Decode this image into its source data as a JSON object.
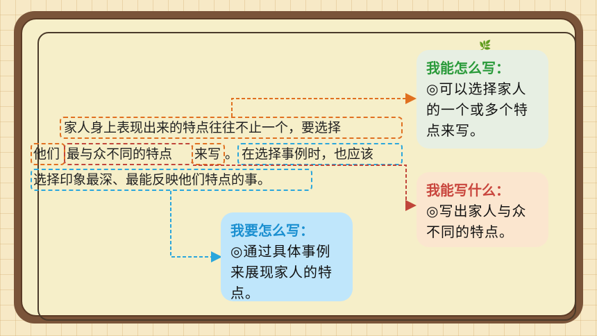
{
  "passage": {
    "line1": "家人身上表现出来的特点往往不止一个，要选择",
    "line2_a": "他们",
    "line2_b": "最与众不同的特点",
    "line2_c": "来写",
    "line2_d": "。",
    "line2_e": "在选择事例时，也应该",
    "line3": "选择印象最深、最能反映他们特点的事。"
  },
  "cards": {
    "how_can": {
      "title": "我能怎么写：",
      "body": "◎可以选择家人的一个或多个特点来写。"
    },
    "what_can": {
      "title": "我能写什么：",
      "body": "◎写出家人与众不同的特点。"
    },
    "how_should": {
      "title": "我要怎么写：",
      "body": "◎通过具体事例来展现家人的特点。"
    }
  },
  "colors": {
    "orange": "#e07020",
    "red": "#c0453a",
    "blue": "#2aa6dc",
    "card_green_bg": "#e7efe3",
    "card_peach_bg": "#fbe6cf",
    "card_blue_bg": "#bfe6fb",
    "title_green": "#2a9a3a",
    "title_red": "#c9463d",
    "title_blue": "#1a8fd0"
  }
}
